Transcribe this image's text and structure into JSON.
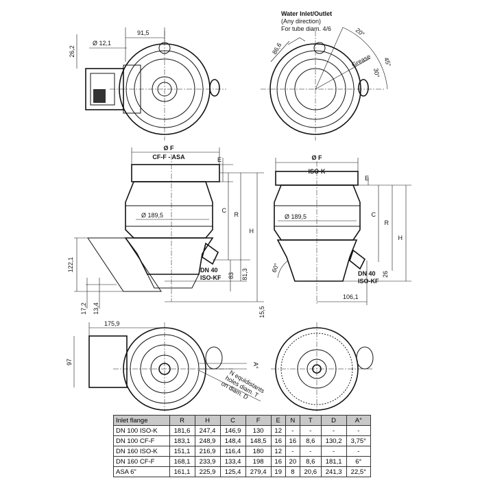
{
  "top_left_view": {
    "dim_height": "26,2",
    "dim_diameter": "Ø 12,1",
    "dim_width": "91,5"
  },
  "top_right_view": {
    "water_title": "Water Inlet/Outlet",
    "water_direction": "(Any direction)",
    "water_tube": "For tube diam. 4/6",
    "dim_866": "86,6",
    "angle_20": "20°",
    "angle_45": "45°",
    "angle_30": "30°",
    "grease": "Grease"
  },
  "side_left_view": {
    "diam_f": "Ø F",
    "flange": "CF-F - ASA",
    "e": "E",
    "c": "C",
    "r": "R",
    "h": "H",
    "diam_body": "Ø 189,5",
    "dim_122": "122,1",
    "port1": "DN 40",
    "port2": "ISO-KF",
    "dim_83": "83",
    "dim_813": "81,3",
    "dim_172": "17,2",
    "dim_134": "13,4",
    "dim_155": "15,5"
  },
  "side_right_view": {
    "diam_f": "Ø F",
    "flange": "ISO-K",
    "e": "E",
    "c": "C",
    "r": "R",
    "h": "H",
    "diam_body": "Ø 189,5",
    "angle_60": "60°",
    "port1": "DN 40",
    "port2": "ISO-KF",
    "dim_26": "26",
    "dim_1061": "106,1"
  },
  "bottom_left_view": {
    "dim_1759": "175,9",
    "dim_97": "97",
    "angle_a": "A°",
    "holes1": "N equidistants",
    "holes2": "holes diam. T",
    "holes3": "on diam. D"
  },
  "table": {
    "headers": [
      "Inlet flange",
      "R",
      "H",
      "C",
      "F",
      "E",
      "N",
      "T",
      "D",
      "A°"
    ],
    "rows": [
      [
        "DN 100 ISO-K",
        "181,6",
        "247,4",
        "146,9",
        "130",
        "12",
        "-",
        "-",
        "-",
        "-"
      ],
      [
        "DN 100 CF-F",
        "183,1",
        "248,9",
        "148,4",
        "148,5",
        "16",
        "16",
        "8,6",
        "130,2",
        "3,75°"
      ],
      [
        "DN 160 ISO-K",
        "151,1",
        "216,9",
        "116,4",
        "180",
        "12",
        "-",
        "-",
        "-",
        "-"
      ],
      [
        "DN 160 CF-F",
        "168,1",
        "233,9",
        "133,4",
        "198",
        "16",
        "20",
        "8,6",
        "181,1",
        "6°"
      ],
      [
        "ASA 6\"",
        "161,1",
        "225,9",
        "125,4",
        "279,4",
        "19",
        "8",
        "20,6",
        "241,3",
        "22,5°"
      ]
    ]
  }
}
